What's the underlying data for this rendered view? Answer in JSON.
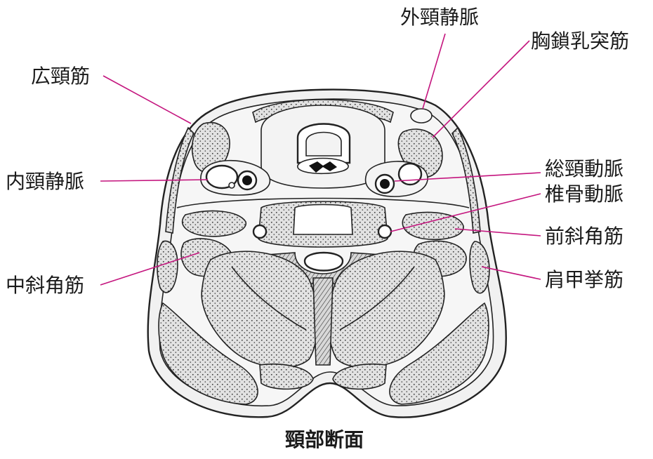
{
  "colors": {
    "leader": "#c4157e",
    "ink": "#222222",
    "tissue": "#efefef",
    "muscle": "#dcdcdc"
  },
  "caption": "頸部断面",
  "labels": [
    {
      "id": "platysma",
      "text": "広頸筋"
    },
    {
      "id": "internal-jugular-vein",
      "text": "内頸静脈"
    },
    {
      "id": "middle-scalene",
      "text": "中斜角筋"
    },
    {
      "id": "external-jugular-vein",
      "text": "外頸静脈"
    },
    {
      "id": "sternocleidomastoid",
      "text": "胸鎖乳突筋"
    },
    {
      "id": "common-carotid-artery",
      "text": "総頸動脈"
    },
    {
      "id": "vertebral-artery",
      "text": "椎骨動脈"
    },
    {
      "id": "anterior-scalene",
      "text": "前斜角筋"
    },
    {
      "id": "levator-scapulae",
      "text": "肩甲挙筋"
    }
  ]
}
